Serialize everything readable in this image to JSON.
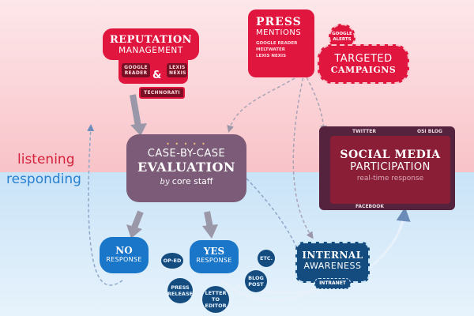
{
  "side_labels": {
    "listening": "listening",
    "responding": "responding"
  },
  "reputation": {
    "title": "REPUTATION",
    "subtitle": "MANAGEMENT",
    "sources": [
      "GOOGLE READER",
      "LEXIS NEXIS",
      "TECHNORATI"
    ],
    "amp": "&"
  },
  "press": {
    "title": "PRESS",
    "subtitle": "MENTIONS",
    "sources": [
      "GOOGLE READER",
      "MELTWATER",
      "LEXIS NEXIS"
    ],
    "alerts": "GOOGLE ALERTS"
  },
  "targeted": {
    "line1": "TARGETED",
    "line2": "CAMPAIGNS"
  },
  "evaluation": {
    "line1": "CASE-BY-CASE",
    "line2": "EVALUATION",
    "by": "by",
    "staff": "core staff"
  },
  "social": {
    "line1": "SOCIAL MEDIA",
    "line2": "PARTICIPATION",
    "line3": "real-time response",
    "twitter": "TWITTER",
    "osi_blog": "OSI BLOG",
    "facebook": "FACEBOOK"
  },
  "no_response": {
    "line1": "NO",
    "line2": "RESPONSE"
  },
  "yes_response": {
    "line1": "YES",
    "line2": "RESPONSE",
    "outputs": [
      "OP-ED",
      "PRESS RELEASE",
      "LETTER TO EDITOR",
      "ETC.",
      "BLOG POST"
    ]
  },
  "internal": {
    "line1": "INTERNAL",
    "line2": "AWARENESS",
    "intranet": "INTRANET"
  },
  "colors": {
    "red": "#e0163f",
    "dark_red": "#8a1e37",
    "mauve": "#7b5b77",
    "blue": "#1976c9",
    "navy": "#144c80",
    "listening_text": "#d4223c",
    "responding_text": "#2a7fd0"
  }
}
